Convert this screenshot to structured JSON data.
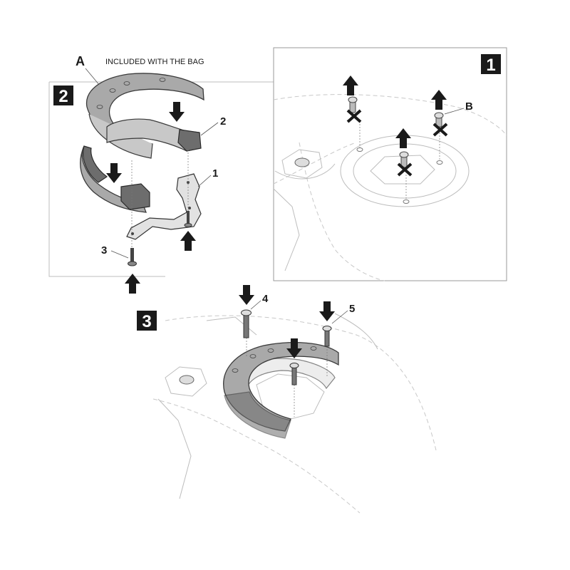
{
  "panels": {
    "step1": {
      "number": "1"
    },
    "step2": {
      "number": "2"
    },
    "step3": {
      "number": "3"
    }
  },
  "labels": {
    "A": "A",
    "B": "B",
    "part1": "1",
    "part2": "2",
    "part3": "3",
    "part4": "4",
    "part5": "5",
    "included": "INCLUDED WITH THE BAG"
  },
  "colors": {
    "part_fill": "#a9a9a9",
    "outline": "#3a3a3a",
    "arrow": "#1a1a1a",
    "badge": "#1a1a1a"
  },
  "icons": [
    "arrow-up-icon",
    "arrow-down-icon",
    "cross-mark-icon"
  ]
}
